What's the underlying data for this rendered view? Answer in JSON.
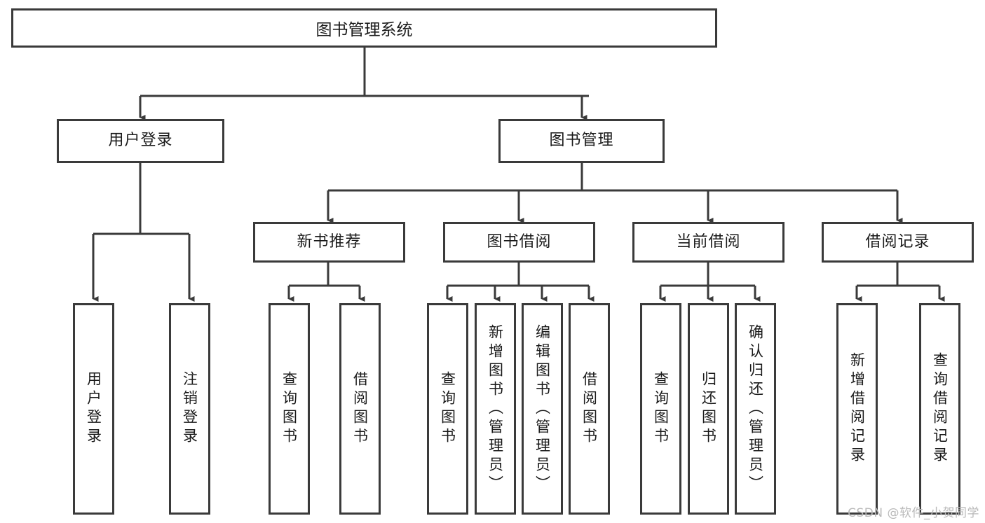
{
  "diagram": {
    "title": "图书管理系统",
    "type": "tree-hierarchy",
    "orientation": "top-down",
    "colors": {
      "node_border": "#3a3a3a",
      "node_fill": "#ffffff",
      "edge": "#3a3a3a",
      "text": "#1a1a1a",
      "watermark": "#b9b9b9"
    },
    "root": {
      "label": "图书管理系统"
    },
    "level2": [
      {
        "label": "用户登录"
      },
      {
        "label": "图书管理"
      }
    ],
    "level3": [
      {
        "label": "新书推荐"
      },
      {
        "label": "图书借阅"
      },
      {
        "label": "当前借阅"
      },
      {
        "label": "借阅记录"
      }
    ],
    "leaves": {
      "user_login": [
        {
          "label": "用户登录"
        },
        {
          "label": "注销登录"
        }
      ],
      "new_book_recommend": [
        {
          "label": "查询图书"
        },
        {
          "label": "借阅图书"
        }
      ],
      "book_borrow": [
        {
          "label": "查询图书"
        },
        {
          "label": "新增图书（管理员）"
        },
        {
          "label": "编辑图书（管理员）"
        },
        {
          "label": "借阅图书"
        }
      ],
      "current_borrow": [
        {
          "label": "查询图书"
        },
        {
          "label": "归还图书"
        },
        {
          "label": "确认归还（管理员）"
        }
      ],
      "borrow_record": [
        {
          "label": "新增借阅记录"
        },
        {
          "label": "查询借阅记录"
        }
      ]
    },
    "watermark": "CSDN @软件_小贺同学"
  }
}
